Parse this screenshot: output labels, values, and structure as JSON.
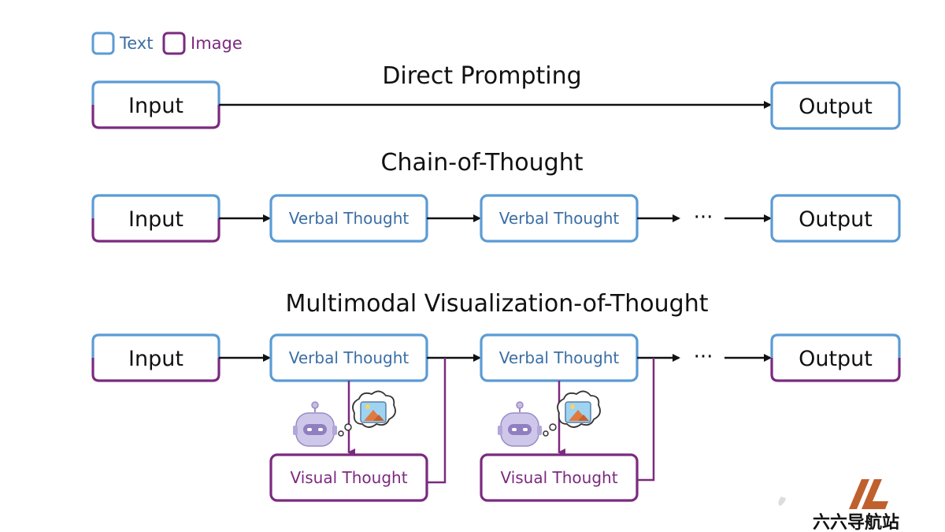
{
  "legend": {
    "text_label": "Text",
    "image_label": "Image"
  },
  "sections": {
    "direct": {
      "title": "Direct Prompting",
      "input": "Input",
      "output": "Output"
    },
    "cot": {
      "title": "Chain-of-Thought",
      "input": "Input",
      "thought1": "Verbal Thought",
      "thought2": "Verbal Thought",
      "ellipsis": "···",
      "output": "Output"
    },
    "mvot": {
      "title": "Multimodal Visualization-of-Thought",
      "input": "Input",
      "thought1": "Verbal Thought",
      "thought2": "Verbal Thought",
      "visual1": "Visual Thought",
      "visual2": "Visual Thought",
      "ellipsis": "···",
      "output": "Output"
    }
  },
  "watermark": {
    "text": "六六导航站"
  },
  "colors": {
    "text_blue": "#5b9bd5",
    "image_purple": "#7b2a7f",
    "accent_orange": "#c0602c"
  },
  "icons": [
    "robot-icon",
    "thought-bubble-image-icon",
    "watermark-logo-icon"
  ]
}
